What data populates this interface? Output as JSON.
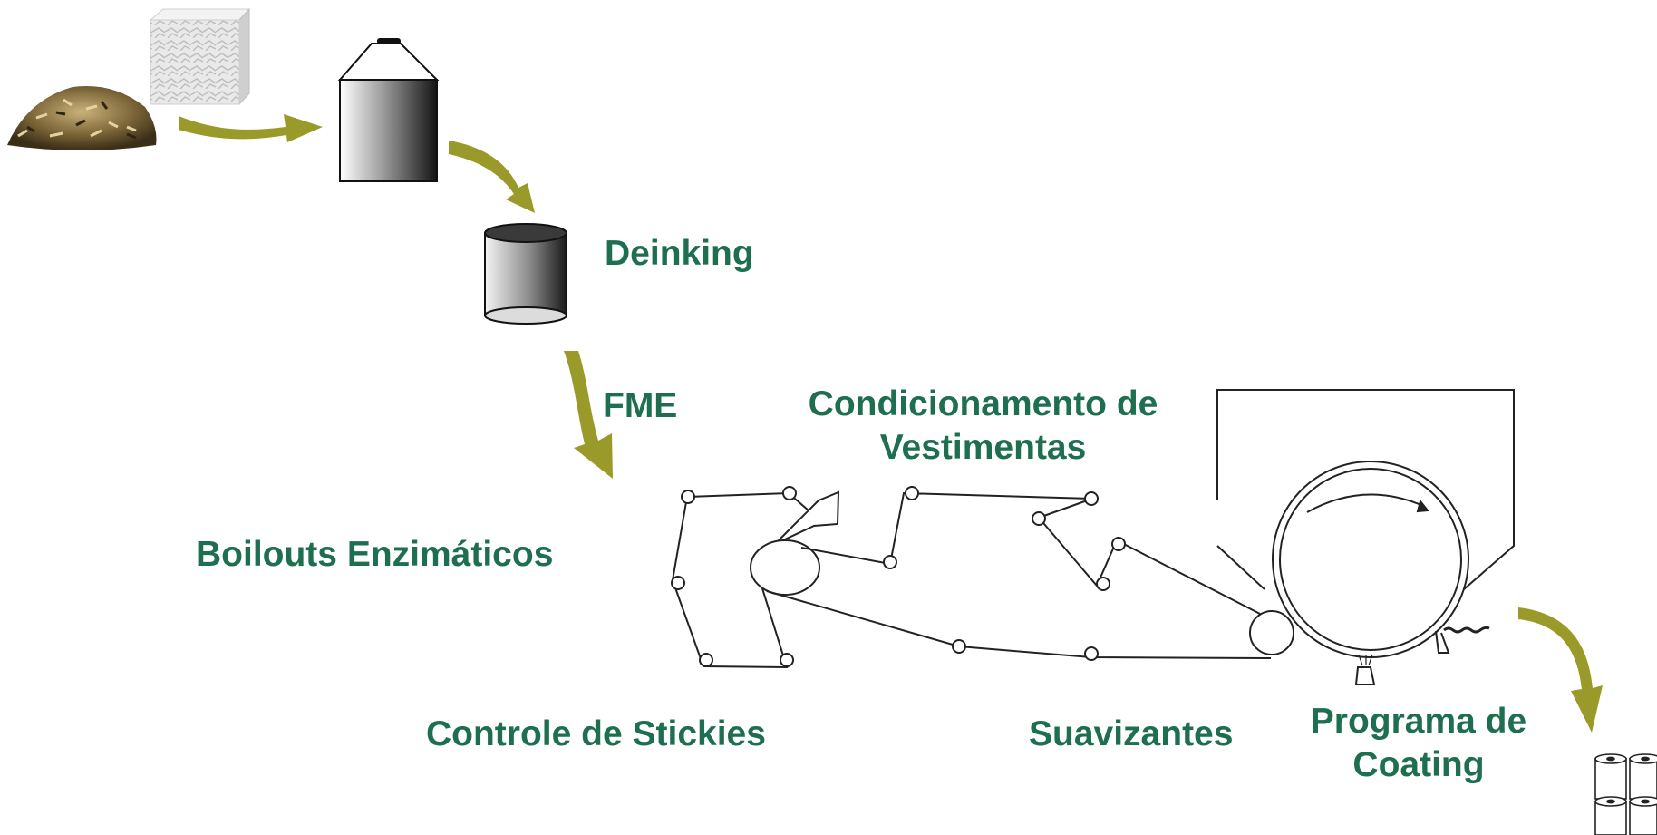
{
  "labels": {
    "deinking": "Deinking",
    "fme": "FME",
    "condicionamento_line1": "Condicionamento de",
    "condicionamento_line2": "Vestimentas",
    "boilouts": "Boilouts Enzimáticos",
    "stickies": "Controle de Stickies",
    "suavizantes": "Suavizantes",
    "coating_line1": "Programa de",
    "coating_line2": "Coating"
  },
  "icons": [
    "wood-chips-icon",
    "pulp-bale-icon",
    "silo-icon",
    "deinking-tank-icon",
    "paper-machine-diagram",
    "yankee-dryer-icon",
    "tissue-rolls-icon",
    "process-arrow-icon"
  ],
  "colors": {
    "label_text": "#1e6f50",
    "arrow": "#9a9a2a",
    "line": "#2b2b2b"
  }
}
